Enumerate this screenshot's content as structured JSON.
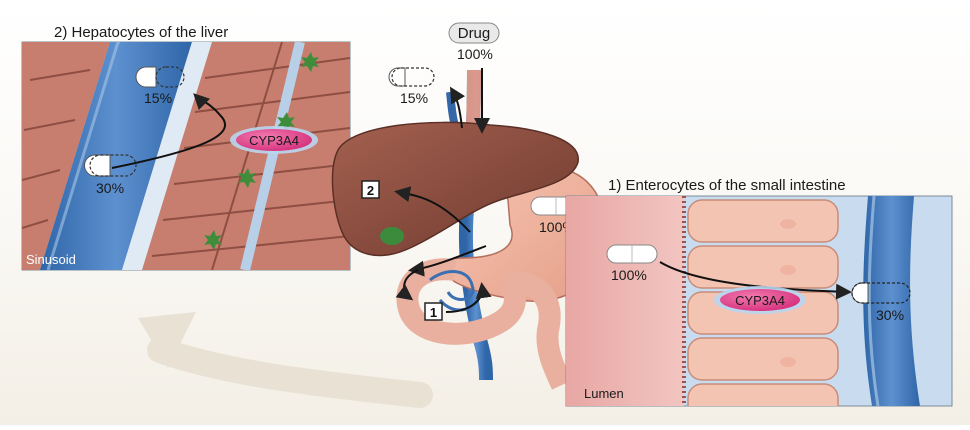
{
  "panels": {
    "liver_title": "2) Hepatocytes of the liver",
    "intestine_title": "1) Enterocytes of the small intestine",
    "sinusoid_label": "Sinusoid",
    "lumen_label": "Lumen"
  },
  "enzymes": {
    "liver": "CYP3A4",
    "intestine": "CYP3A4"
  },
  "drug": {
    "label": "Drug",
    "dose": "100%",
    "portal_out": "15%",
    "stomach": "100%"
  },
  "liver_panel": {
    "pill_top": "15%",
    "pill_bottom": "30%"
  },
  "intestine_panel": {
    "pill_in": "100%",
    "pill_out": "30%"
  },
  "steps": {
    "one": "1",
    "two": "2"
  },
  "colors": {
    "blood_dark": "#2f66a8",
    "blood_light": "#7fb0da",
    "hepatocyte": "#c77e6f",
    "enterocyte": "#f4c4b2",
    "enzyme": "#e8418c",
    "liver_organ": "#8a4e3f"
  }
}
